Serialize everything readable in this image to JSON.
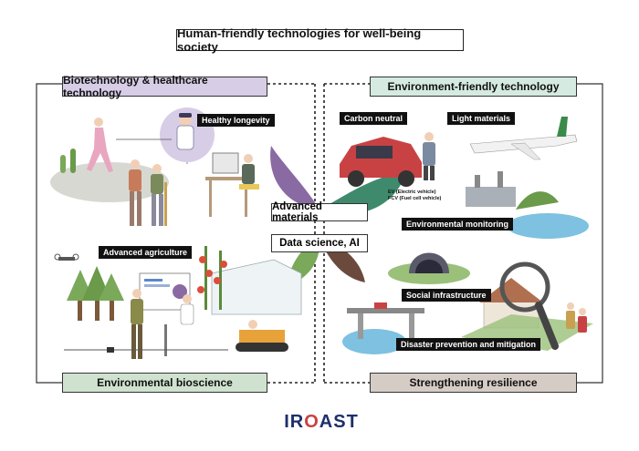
{
  "title": "Human-friendly technologies for well-being society",
  "categories": {
    "top_left": "Biotechnology & healthcare technology",
    "top_right": "Environment-friendly technology",
    "bottom_left": "Environmental bioscience",
    "bottom_right": "Strengthening resilience"
  },
  "center": {
    "top": "Advanced materials",
    "bottom": "Data science, AI"
  },
  "tags": {
    "healthy_longevity": "Healthy longevity",
    "advanced_agriculture": "Advanced agriculture",
    "carbon_neutral": "Carbon neutral",
    "light_materials": "Light materials",
    "environmental_monitoring": "Environmental monitoring",
    "social_infrastructure": "Social infrastructure",
    "disaster_prevention": "Disaster prevention and mitigation"
  },
  "vehicle_notes": {
    "ev": "EV (Electric vehicle)",
    "fcv": "FCV (Fuel cell vehicle)"
  },
  "logo": {
    "prefix": "IR",
    "o": "O",
    "suffix": "AST"
  },
  "colors": {
    "purple_category": "#d7cde6",
    "green_category": "#cfe2cf",
    "mint_category": "#d5ebe2",
    "taupe_category": "#d6ccc6",
    "petal_purple": "#8a6aa3",
    "petal_green": "#7aa95a",
    "petal_teal": "#3f8a6d",
    "petal_brown": "#6b4a3d",
    "logo_blue": "#1d2f6b"
  }
}
